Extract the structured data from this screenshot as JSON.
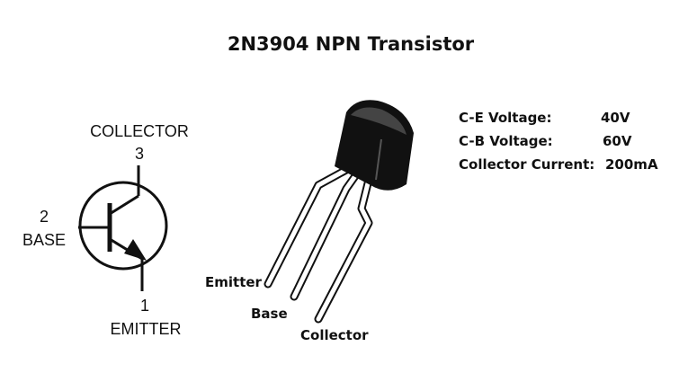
{
  "title": "2N3904 NPN Transistor",
  "symbol": {
    "collector_label": "COLLECTOR",
    "collector_pin": "3",
    "base_pin": "2",
    "base_label": "BASE",
    "emitter_pin": "1",
    "emitter_label": "EMITTER"
  },
  "package": {
    "emitter_label": "Emitter",
    "base_label": "Base",
    "collector_label": "Collector"
  },
  "specs": [
    {
      "label": "C-E Voltage:",
      "value": "40V"
    },
    {
      "label": "C-B Voltage:",
      "value": "60V"
    },
    {
      "label": "Collector Current:",
      "value": "200mA"
    }
  ]
}
